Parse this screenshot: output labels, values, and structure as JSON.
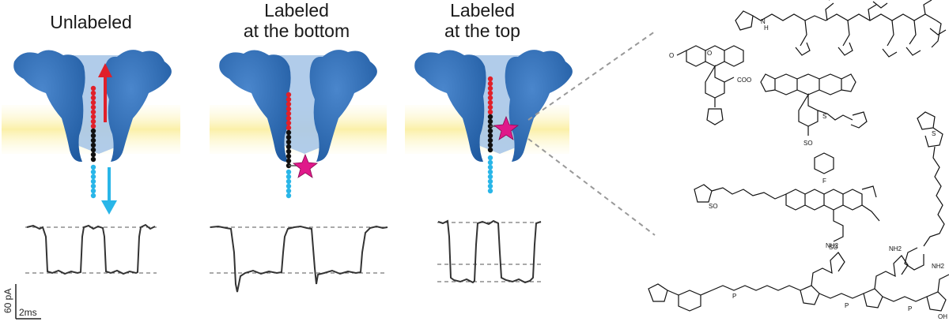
{
  "panels": [
    {
      "id": "unlabeled",
      "title": "Unlabeled"
    },
    {
      "id": "bottom",
      "title": "Labeled\nat the bottom"
    },
    {
      "id": "top",
      "title": "Labeled\nat the top"
    }
  ],
  "scale_bar": {
    "current": "60 pA",
    "time": "2ms"
  },
  "colors": {
    "pore_dark": "#2e6db5",
    "pore_light": "#a9c6e8",
    "membrane": "#fbf3b5",
    "strand_red": "#e0202a",
    "strand_black": "#111111",
    "strand_cyan": "#29b6e8",
    "label_star": "#e0198a",
    "trace": "#333333"
  },
  "structures": {
    "fluorescein_labels": [
      "O",
      "COO"
    ],
    "sulfonate_label": "SO",
    "amide_labels": [
      "N",
      "H"
    ],
    "adenine_label": "NH2",
    "sugar_label": "OH",
    "phosphate_label": "P",
    "oxygen_label": "O",
    "sulfur_label": "S",
    "fluorine_label": "F"
  }
}
